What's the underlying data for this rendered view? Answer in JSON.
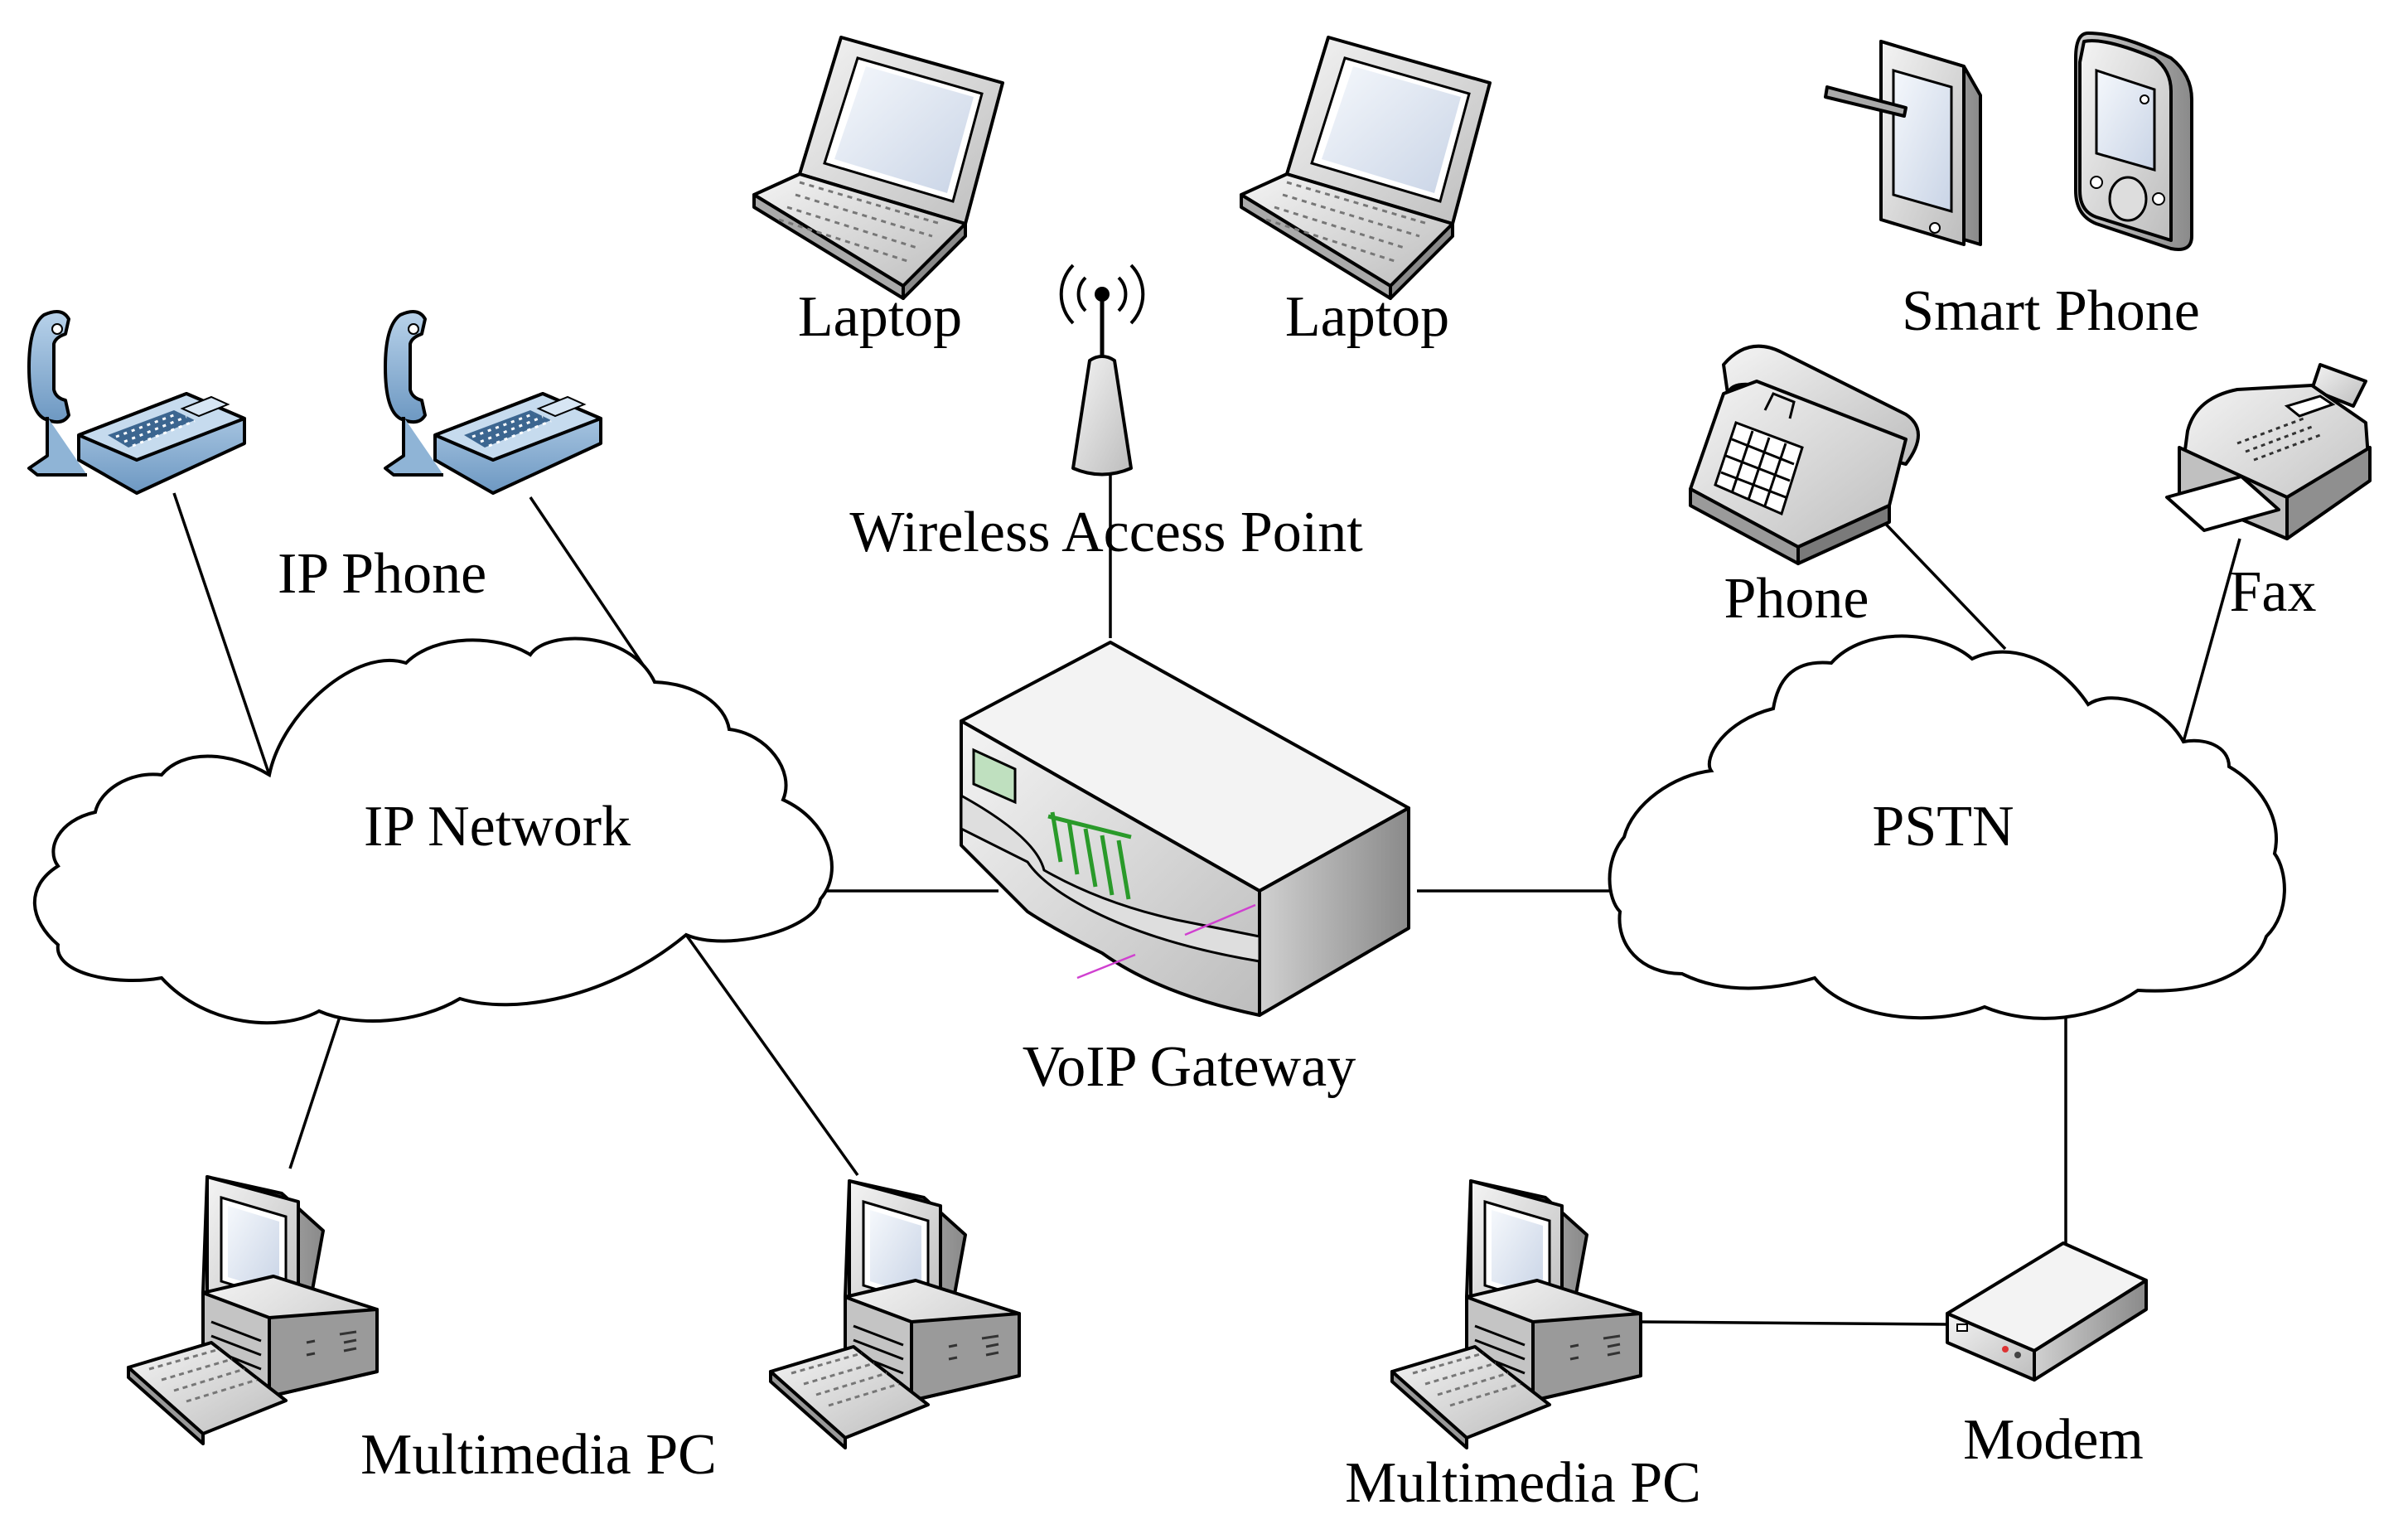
{
  "labels": {
    "ip_phone": "IP Phone",
    "ip_network": "IP Network",
    "laptop_left": "Laptop",
    "laptop_right": "Laptop",
    "wap": "Wireless Access Point",
    "smart_phone": "Smart Phone",
    "phone": "Phone",
    "fax": "Fax",
    "pstn": "PSTN",
    "voip_gateway": "VoIP Gateway",
    "multimedia_pc_left": "Multimedia PC",
    "multimedia_pc_right": "Multimedia PC",
    "modem": "Modem"
  },
  "colors": {
    "line": "#000000",
    "ip_phone_blue": "#8fb4d6",
    "device_gray": "#d9d9d9",
    "screen": "#e6ecf6",
    "led_green": "#2a9a2a",
    "accent_magenta": "#d040d0"
  },
  "icons": [
    "ip-phone-icon",
    "laptop-icon",
    "antenna-icon",
    "tablet-icon",
    "pda-icon",
    "telephone-icon",
    "fax-icon",
    "gateway-icon",
    "desktop-pc-icon",
    "modem-icon",
    "cloud-icon"
  ]
}
